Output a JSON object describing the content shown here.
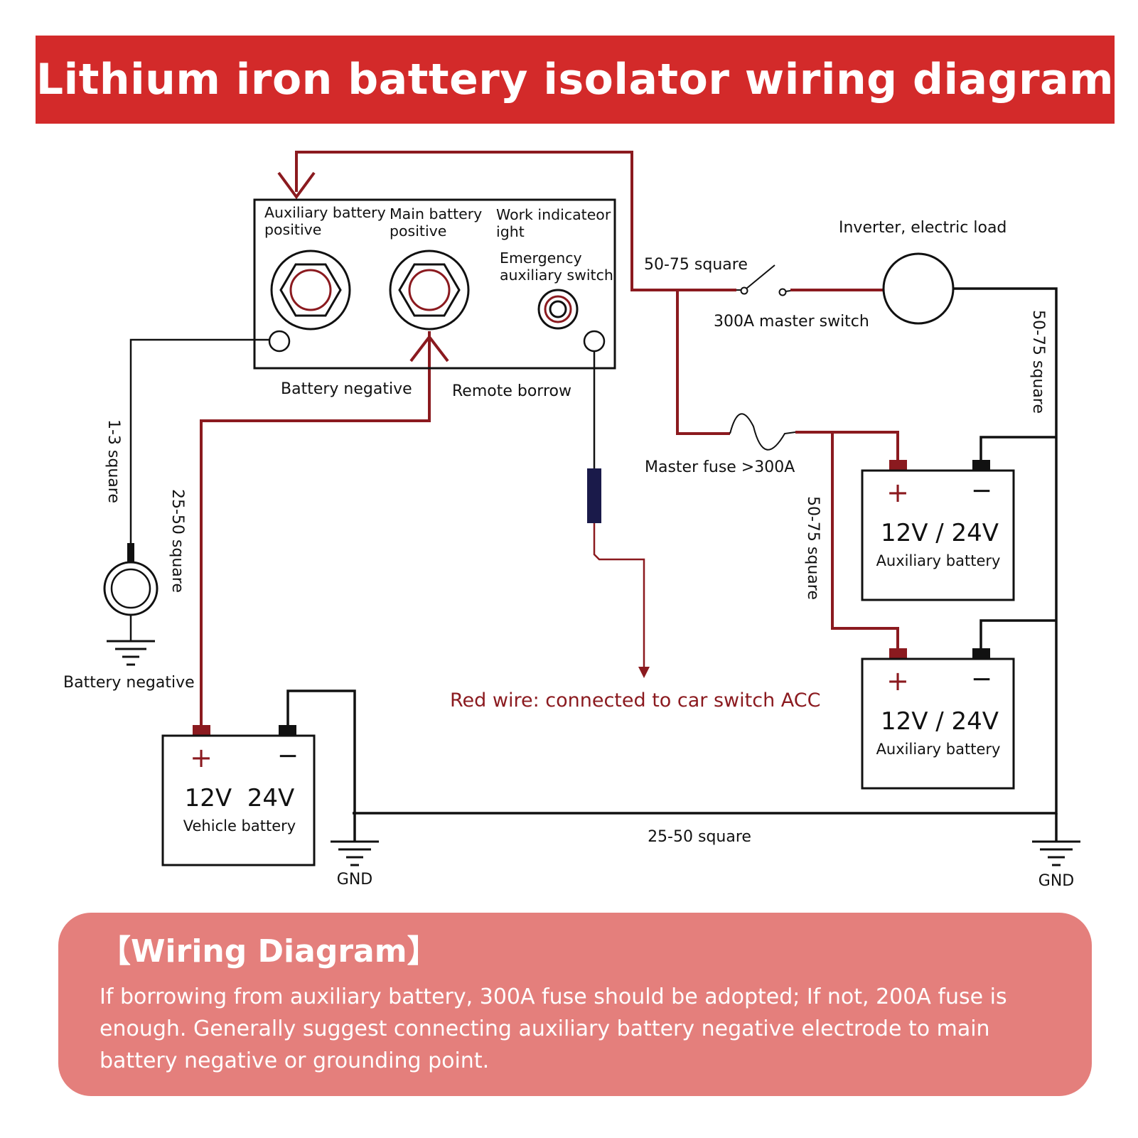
{
  "title": "Lithium iron battery isolator wiring diagram",
  "colors": {
    "banner": "#d32a2a",
    "wire_red": "#8b1a1f",
    "wire_black": "#111111",
    "note_bg": "#e47f7c",
    "fuse_body": "#1a1a4a"
  },
  "isolator": {
    "aux_positive": [
      "Auxiliary battery",
      "positive"
    ],
    "main_positive": [
      "Main battery",
      "positive"
    ],
    "work_indicator": [
      "Work indicateor",
      "ight"
    ],
    "emergency_switch": [
      "Emergency",
      "auxiliary switch"
    ],
    "battery_negative": "Battery negative",
    "remote_borrow": "Remote borrow"
  },
  "labels": {
    "inverter": "Inverter, electric load",
    "wire_top": "50-75 square",
    "master_switch": "300A master switch",
    "wire_right": "50-75 square",
    "master_fuse": "Master fuse >300A",
    "wire_mid": "50-75 square",
    "wire_left_thin": "1-3 square",
    "wire_left_thick": "25-50 square",
    "ground_negative": "Battery negative",
    "red_wire": "Red wire: connected to car switch ACC",
    "wire_bottom": "25-50 square",
    "gnd_left": "GND",
    "gnd_right": "GND"
  },
  "batteries": {
    "vehicle": {
      "voltage": "12V  24V",
      "name": "Vehicle battery",
      "plus": "+",
      "minus": "−"
    },
    "aux1": {
      "voltage": "12V / 24V",
      "name": "Auxiliary battery",
      "plus": "+",
      "minus": "−"
    },
    "aux2": {
      "voltage": "12V / 24V",
      "name": "Auxiliary battery",
      "plus": "+",
      "minus": "−"
    }
  },
  "note": {
    "title": "【Wiring Diagram】",
    "body": "If borrowing from auxiliary battery, 300A fuse should be adopted; If not, 200A fuse is enough. Generally suggest connecting auxiliary battery negative electrode to main battery negative or grounding point."
  }
}
